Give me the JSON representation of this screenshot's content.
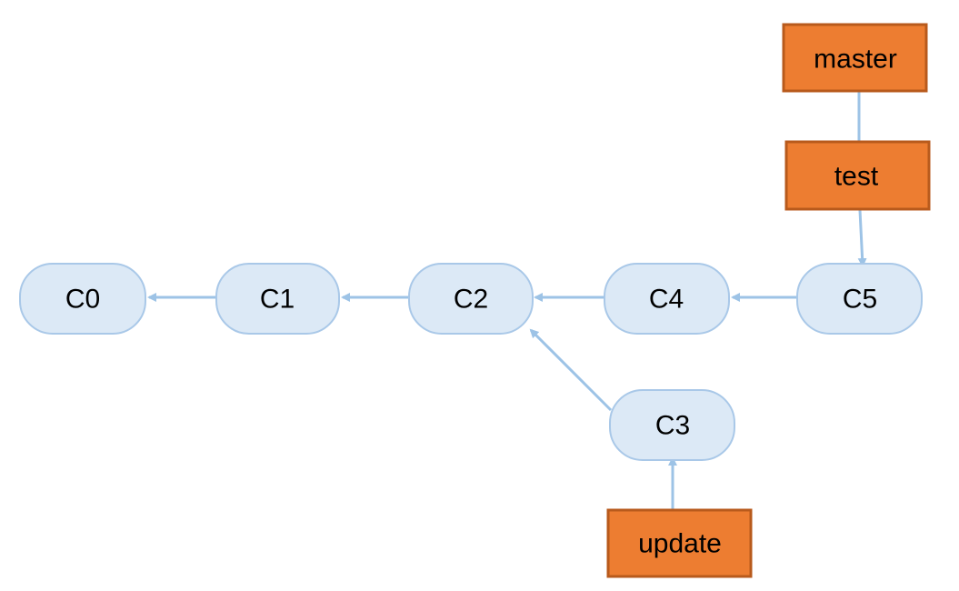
{
  "commits": [
    {
      "id": "c0",
      "label": "C0"
    },
    {
      "id": "c1",
      "label": "C1"
    },
    {
      "id": "c2",
      "label": "C2"
    },
    {
      "id": "c3",
      "label": "C3"
    },
    {
      "id": "c4",
      "label": "C4"
    },
    {
      "id": "c5",
      "label": "C5"
    }
  ],
  "branches": [
    {
      "id": "master",
      "label": "master"
    },
    {
      "id": "test",
      "label": "test"
    },
    {
      "id": "update",
      "label": "update"
    }
  ],
  "edges": [
    {
      "from": "c1",
      "to": "c0"
    },
    {
      "from": "c2",
      "to": "c1"
    },
    {
      "from": "c4",
      "to": "c2"
    },
    {
      "from": "c5",
      "to": "c4"
    },
    {
      "from": "c3",
      "to": "c2"
    },
    {
      "from": "test",
      "to": "c5"
    },
    {
      "from": "update",
      "to": "c3"
    }
  ],
  "colors": {
    "commit_fill": "#dce9f6",
    "commit_stroke": "#a9c8e8",
    "branch_fill": "#ed7d31",
    "branch_stroke": "#b85a1c",
    "edge": "#9dc3e6"
  }
}
